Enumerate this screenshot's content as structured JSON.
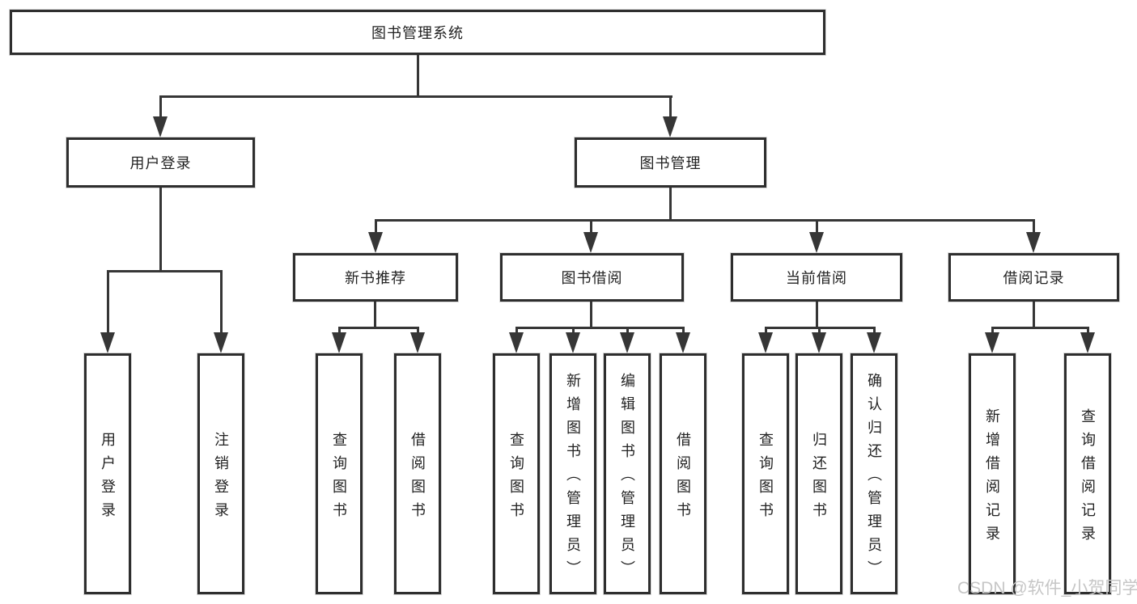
{
  "tree": {
    "root": {
      "label": "图书管理系统"
    },
    "children": [
      {
        "label": "用户登录",
        "children": [
          {
            "label": "用户登录"
          },
          {
            "label": "注销登录"
          }
        ]
      },
      {
        "label": "图书管理",
        "children": [
          {
            "label": "新书推荐",
            "children": [
              {
                "label": "查询图书"
              },
              {
                "label": "借阅图书"
              }
            ]
          },
          {
            "label": "图书借阅",
            "children": [
              {
                "label": "查询图书"
              },
              {
                "label": "新增图书（管理员）"
              },
              {
                "label": "编辑图书（管理员）"
              },
              {
                "label": "借阅图书"
              }
            ]
          },
          {
            "label": "当前借阅",
            "children": [
              {
                "label": "查询图书"
              },
              {
                "label": "归还图书"
              },
              {
                "label": "确认归还（管理员）"
              }
            ]
          },
          {
            "label": "借阅记录",
            "children": [
              {
                "label": "新增借阅记录"
              },
              {
                "label": "查询借阅记录"
              }
            ]
          }
        ]
      }
    ]
  },
  "watermark": {
    "text": "CSDN @软件_小贺同学"
  },
  "colors": {
    "line": "#363636",
    "box_border": "#2e2e2e",
    "text": "#222222",
    "background": "#ffffff",
    "watermark": "#c6c6c6"
  }
}
